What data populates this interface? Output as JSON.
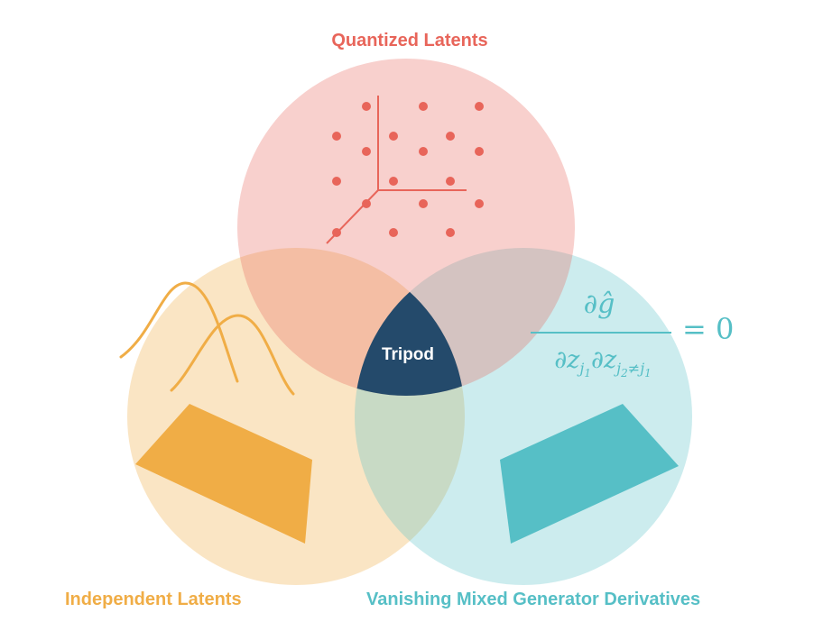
{
  "labels": {
    "top": "Quantized Latents",
    "left": "Independent Latents",
    "right": "Vanishing Mixed Generator Derivatives",
    "center": "Tripod"
  },
  "equation": {
    "numerator": "∂ĝ",
    "denominator_main": "∂z",
    "denominator_sub1": "j",
    "denominator_sub1_sub": "1",
    "denominator_main2": "∂z",
    "denominator_sub2": "j",
    "denominator_sub2_sub": "2",
    "denominator_sub2_rest": "≠j",
    "denominator_sub2_rest_sub": "1",
    "equals": "= 0"
  },
  "colors": {
    "quantized": "#e8655a",
    "quantized_fill": "#f4bfb9",
    "independent": "#f0ad46",
    "independent_fill": "#f9e3bd",
    "vanishing": "#56bfc6",
    "vanishing_fill": "#bfe6e8",
    "center": "#244a6b"
  }
}
